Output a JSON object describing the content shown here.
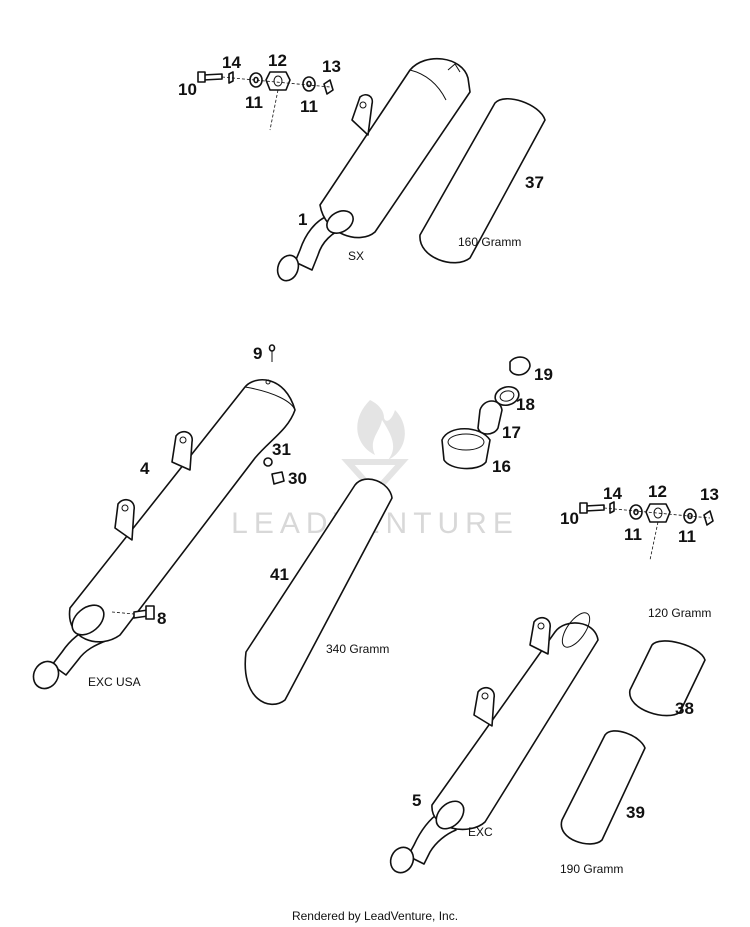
{
  "callouts": {
    "c1": "1",
    "c4": "4",
    "c5": "5",
    "c8": "8",
    "c9": "9",
    "c10a": "10",
    "c10b": "10",
    "c11a": "11",
    "c11b": "11",
    "c11c": "11",
    "c11d": "11",
    "c12a": "12",
    "c12b": "12",
    "c13a": "13",
    "c13b": "13",
    "c14a": "14",
    "c14b": "14",
    "c16": "16",
    "c17": "17",
    "c18": "18",
    "c19": "19",
    "c30": "30",
    "c31": "31",
    "c37": "37",
    "c38": "38",
    "c39": "39",
    "c41": "41"
  },
  "labels": {
    "sx": "SX",
    "exc_usa": "EXC USA",
    "exc": "EXC",
    "w160": "160 Gramm",
    "w340": "340 Gramm",
    "w120": "120 Gramm",
    "w190": "190 Gramm"
  },
  "watermark": "LEADVENTURE",
  "footer": "Rendered by LeadVenture, Inc.",
  "colors": {
    "line": "#111111",
    "watermark": "#d8d8d8",
    "packing_fill": "#3a3a3a"
  }
}
